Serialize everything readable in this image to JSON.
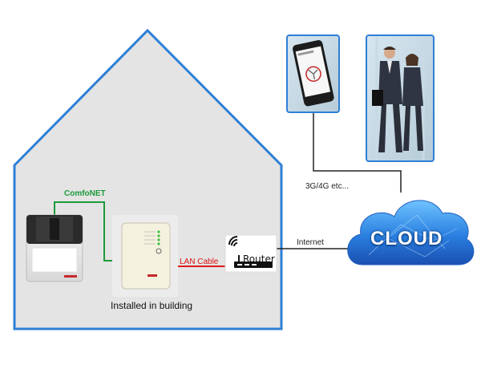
{
  "labels": {
    "comfonet": "ComfoNET",
    "lan_cable": "LAN Cable",
    "internet": "Internet",
    "mobile": "3G/4G etc...",
    "installed": "Installed in building",
    "router": "Router",
    "cloud": "CLOUD"
  },
  "colors": {
    "comfonet_line": "#1c9a3a",
    "lan_line": "#e01b1b",
    "house_fill": "#e4e4e4",
    "house_stroke": "#2d7fd6",
    "cloud": "#2a7fe0",
    "frame": "#2d7fd6"
  },
  "icons": [
    "house-outline-icon",
    "ventilation-unit-icon",
    "gateway-box-icon",
    "router-icon",
    "wifi-icon",
    "cloud-icon",
    "smartphone-icon",
    "people-photo"
  ]
}
